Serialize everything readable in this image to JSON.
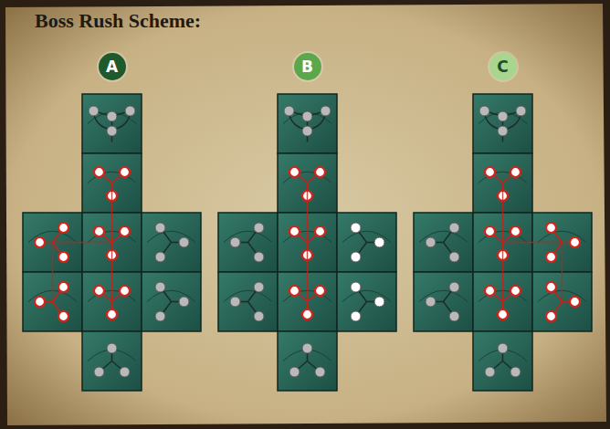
{
  "diagram": {
    "title": "Boss Rush Scheme:",
    "nodes": [
      {
        "text": [
          "A"
        ]
      },
      {
        "text": [
          "B"
        ]
      },
      {
        "text": [
          "C"
        ]
      }
    ]
  }
}
